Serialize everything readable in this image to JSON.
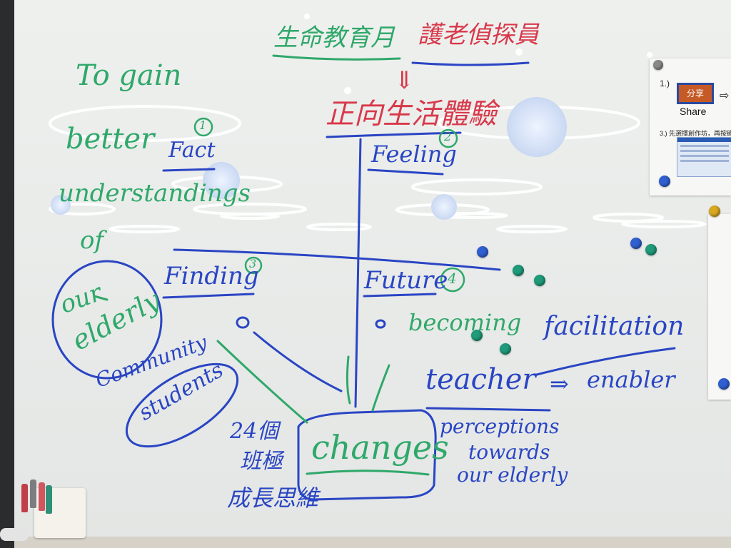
{
  "colors": {
    "green": "#2fa86a",
    "blue": "#2a45c4",
    "red": "#d8394a",
    "board": "#e9ecea"
  },
  "header": {
    "title_green": "生命教育月",
    "title_red": "護老偵探員"
  },
  "center": {
    "arrow": "⇓",
    "subtitle": "正向生活體驗"
  },
  "left_goal": {
    "line1": "To gain",
    "line2": "better",
    "line3": "understandings",
    "line4": "of"
  },
  "circle_text": [
    "our",
    "elderly"
  ],
  "quadrants": {
    "fact": {
      "label": "Fact",
      "num": "1"
    },
    "feeling": {
      "label": "Feeling",
      "num": "2"
    },
    "finding": {
      "label": "Finding",
      "num": "3"
    },
    "future": {
      "label": "Future",
      "num": "4"
    }
  },
  "future_notes": {
    "becoming": "becoming",
    "facilitation": "facilitation",
    "teacher": "teacher",
    "arrow": "⇒",
    "enabler": "enabler"
  },
  "bottom": {
    "community": "Community",
    "students": "students",
    "cn_line1": "24個",
    "cn_line2": "班極",
    "cn_line3": "成長思維",
    "changes": "changes",
    "perceptions1": "perceptions",
    "perceptions2": "towards",
    "perceptions3": "our elderly"
  },
  "notice": {
    "step1": "1.)",
    "button": "分享",
    "button_caption": "Share",
    "step3": "3.) 先選擇創作坊，再按確"
  }
}
